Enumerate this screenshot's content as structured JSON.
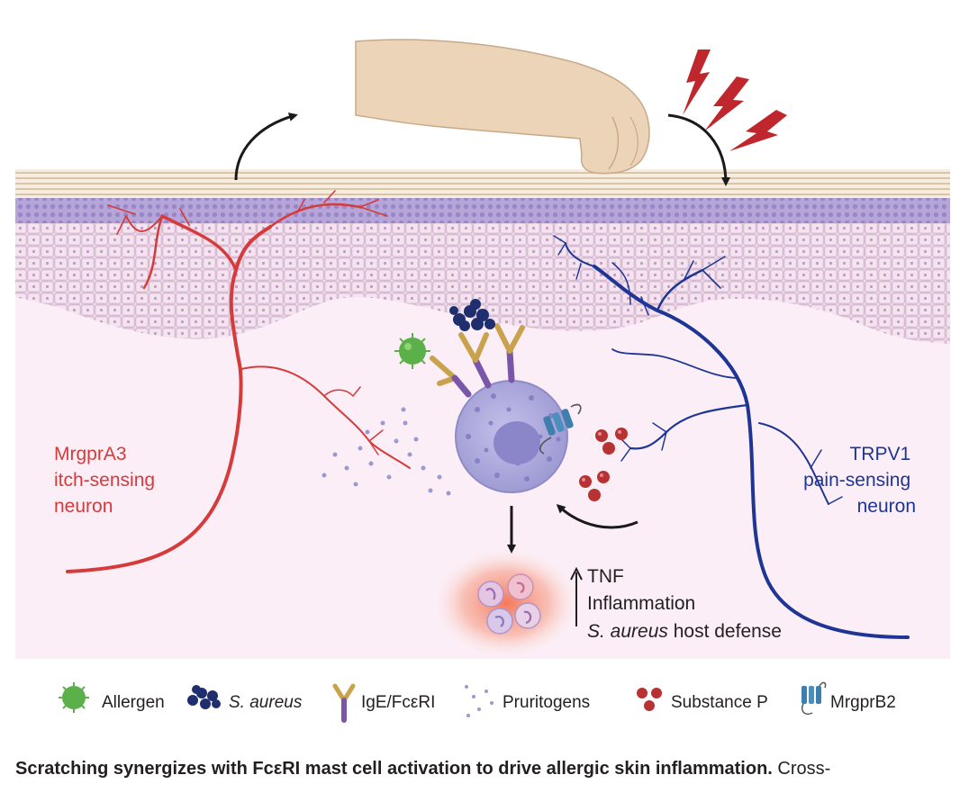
{
  "neurons": {
    "itch": {
      "line1": "MrgprA3",
      "line2": "itch-sensing",
      "line3": "neuron",
      "color": "#d63b3b"
    },
    "pain": {
      "line1": "TRPV1",
      "line2": "pain-sensing",
      "line3": "neuron",
      "color": "#1f3594"
    }
  },
  "outcome": {
    "arrow": "↑",
    "line1": "TNF",
    "line2": "Inflammation",
    "line3_italic": "S. aureus",
    "line3_rest": " host defense"
  },
  "legend": [
    {
      "icon": "allergen-icon",
      "label": "Allergen",
      "italic": false
    },
    {
      "icon": "s-aureus-icon",
      "label": "S. aureus",
      "italic": true
    },
    {
      "icon": "ige-fceri-icon",
      "label": "IgE/FcεRI",
      "italic": false
    },
    {
      "icon": "pruritogens-icon",
      "label": "Pruritogens",
      "italic": false
    },
    {
      "icon": "substance-p-icon",
      "label": "Substance P",
      "italic": false
    },
    {
      "icon": "mrgprb2-icon",
      "label": "MrgprB2",
      "italic": false
    }
  ],
  "caption": {
    "bold": "Scratching synergizes with FcεRI mast cell activation to drive allergic skin inflammation.",
    "rest": " Cross-"
  },
  "colors": {
    "epidermis": "#e9d3e6",
    "dermis": "#fbeef6",
    "basal_layer": "#a897cf",
    "mast_cell": "#a9a6d8",
    "inflammation_glow": "#f47b5f",
    "substance_p": "#b73232",
    "allergen": "#5bb04a",
    "s_aureus": "#1f2e6e",
    "ige": "#c9a24e",
    "receptor": "#7a56a8",
    "mrgprb2": "#3f7fae"
  }
}
